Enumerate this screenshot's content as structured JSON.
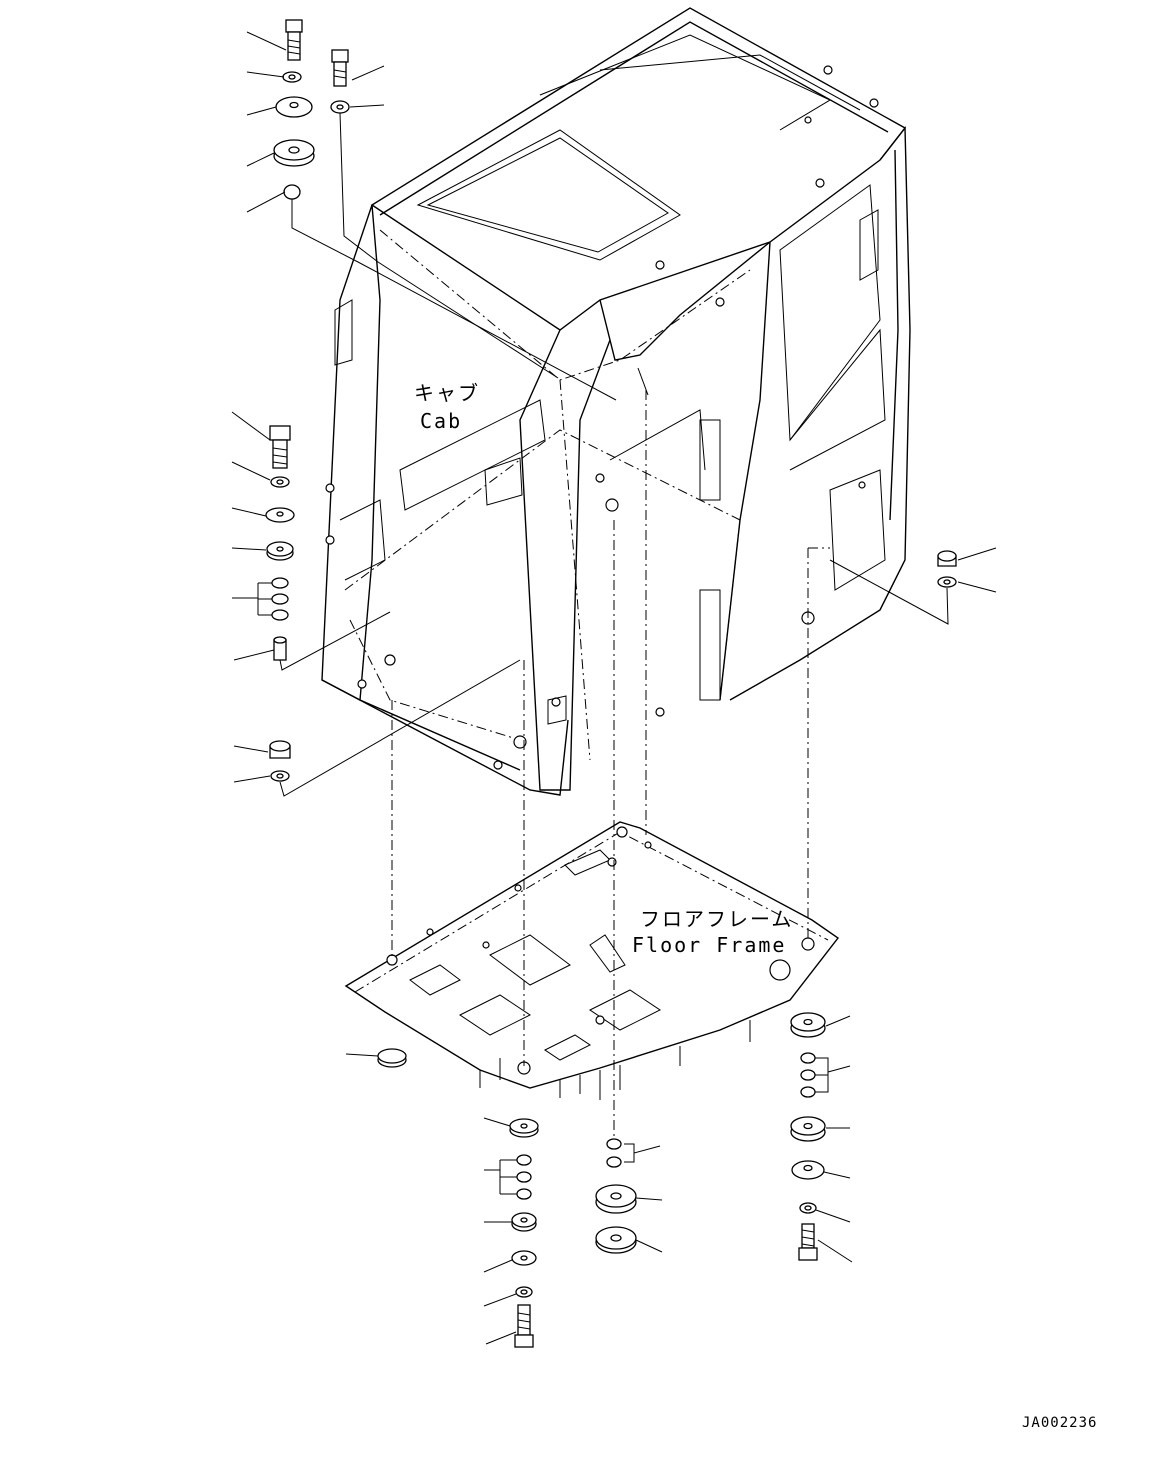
{
  "labels": {
    "cab_jp": "キャブ",
    "cab_en": "Cab",
    "floor_jp": "フロアフレーム",
    "floor_en": "Floor Frame"
  },
  "drawing_code": "JA002236"
}
